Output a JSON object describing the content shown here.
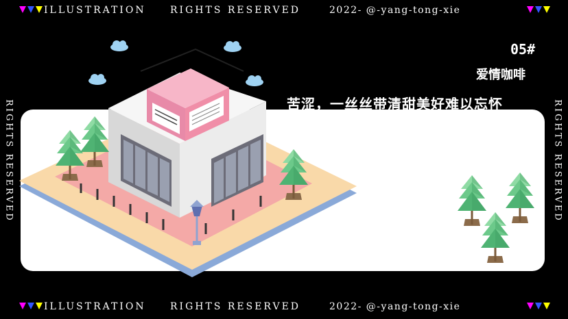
{
  "banner": {
    "part1": "ILLUSTRATION",
    "part2": "RIGHTS RESERVED",
    "part3": "2022- @-yang-tong-xie"
  },
  "side_text": "RIGHTS RESERVED",
  "info": {
    "number": "05#",
    "title": "爱情咖啡",
    "subtitle": "苦涩，一丝丝带清甜美好难以忘怀"
  },
  "triangle_colors": [
    "#ff00ff",
    "#3355ff",
    "#ffff00"
  ],
  "icons": [
    "cloud-icon",
    "tree-icon",
    "street-lamp-icon"
  ]
}
